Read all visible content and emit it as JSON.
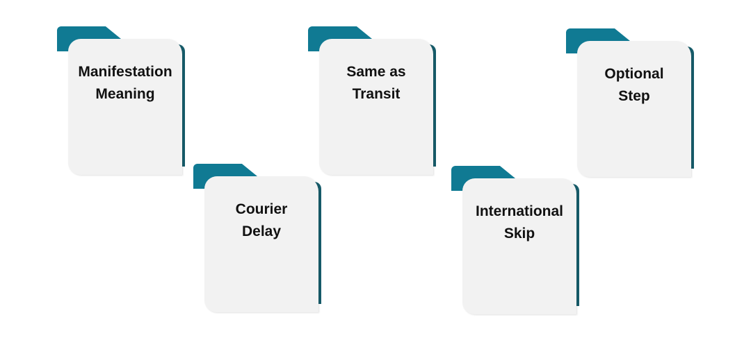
{
  "cards": [
    {
      "line1": "Manifestation",
      "line2": "Meaning"
    },
    {
      "line1": "Same as",
      "line2": "Transit"
    },
    {
      "line1": "Optional",
      "line2": "Step"
    },
    {
      "line1": "Courier",
      "line2": "Delay"
    },
    {
      "line1": "International",
      "line2": "Skip"
    }
  ],
  "colors": {
    "tab": "#107a93",
    "spine": "#175c6a",
    "page": "#f2f2f2",
    "text": "#111111"
  }
}
